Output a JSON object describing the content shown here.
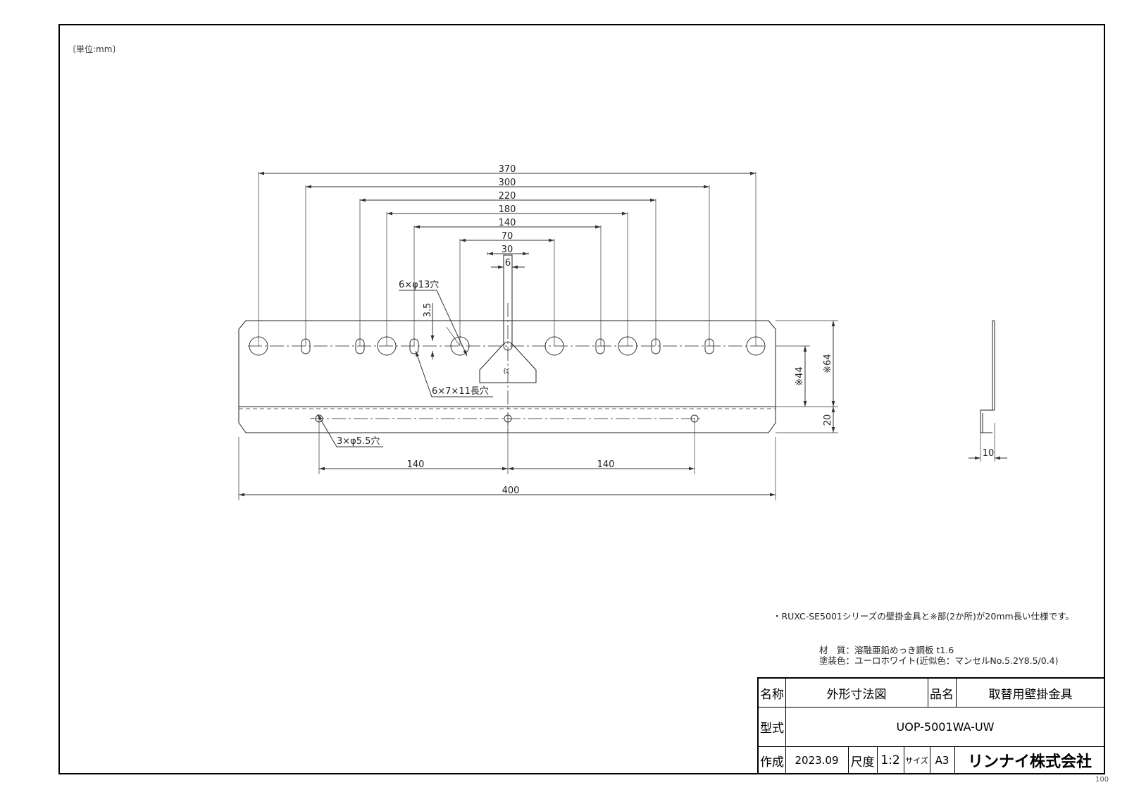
{
  "unit_label": "〔単位:mm〕",
  "drawing": {
    "dims": {
      "d370": "370",
      "d300": "300",
      "d220": "220",
      "d180": "180",
      "d140_top": "140",
      "d70": "70",
      "d30": "30",
      "d6": "6",
      "d3_5": "3.5",
      "d44": "※44",
      "d64": "※64",
      "d20": "20",
      "d140_left": "140",
      "d140_right": "140",
      "d400": "400",
      "d10": "10"
    },
    "callouts": {
      "holes13": "6×φ13穴",
      "slots": "6×7×11長穴",
      "holes5_5": "3×φ5.5穴",
      "hole_mark": "穴"
    }
  },
  "notes": {
    "series_note": "・RUXC-SE5001シリーズの壁掛金具と※部(2か所)が20mm長い仕様です。",
    "material_label": "材　質：溶融亜鉛めっき鋼板 t1.6",
    "color_label": "塗装色：ユーロホワイト(近似色：マンセルNo.5.2Y8.5/0.4)"
  },
  "title_block": {
    "name_label": "名称",
    "name_value": "外形寸法図",
    "product_label": "品名",
    "product_value": "取替用壁掛金具",
    "model_label": "型式",
    "model_value": "UOP-5001WA-UW",
    "created_label": "作成",
    "created_value": "2023.09",
    "scale_label": "尺度",
    "scale_value": "1:2",
    "size_label": "サイズ",
    "size_value": "A3",
    "company": "リンナイ株式会社"
  },
  "page_number": "100"
}
